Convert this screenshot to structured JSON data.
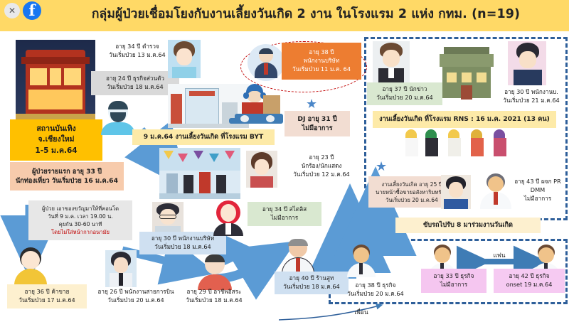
{
  "header": {
    "title": "กลุ่มผู้ป่วยเชื่อมโยงกับงานเลี้ยงวันเกิด 2 งาน ในโรงแรม 2 แห่ง กทม. (n=19)",
    "close_label": "✕",
    "facebook_label": "f",
    "bg_color": "#ffd966"
  },
  "nodes": {
    "venue": {
      "l1": "สถานบันเทิง",
      "l2": "จ.เชียงใหม่",
      "l3": "1-5 ม.ค.64"
    },
    "index_case": {
      "l1": "ผู้ป่วยรายแรก อายุ 33 ปี",
      "l2": "นักท่องเที่ยว วันเริ่มป่วย 16 ม.ค.64"
    },
    "police34": {
      "l1": "อายุ 34 ปี ตำรวจ",
      "l2": "วันเริ่มป่วย 13 ม.ค.64"
    },
    "biz24": {
      "l1": "อายุ 24 ปี ธุรกิจส่วนตัว",
      "l2": "วันเริ่มป่วย 18 ม.ค.64"
    },
    "emp38": {
      "l1": "อายุ 38 ปี",
      "l2": "พนักงานบริษัท",
      "l3": "วันเริ่มป่วย 11 ม.ค. 64"
    },
    "dj31": {
      "l1": "DJ อายุ 31 ปี",
      "l2": "ไม่มีอาการ"
    },
    "party_byt": {
      "l1": "9 ม.ค.64 งานเลี้ยงวันเกิด ที่โรงแรม BYT"
    },
    "singer23": {
      "l1": "อายุ 23 ปี",
      "l2": "นักร้อง/นักแสดง",
      "l3": "วันเริ่มป่วย 12 ม.ค.64"
    },
    "condo_note": {
      "l1": "ผู้ป่วย เอาของขวัญมาให้ที่คอนโด",
      "l2": "วันที่ 9 ม.ค. เวลา 19.00 น.",
      "l3": "คุยกัน 30-60 นาที",
      "l4": "โดยไม่ใส่หน้ากากอนามัย"
    },
    "sales36": {
      "l1": "อายุ 36 ปี ค้าขาย",
      "l2": "วันเริ่มป่วย 17 ม.ค.64"
    },
    "airline26": {
      "l1": "อายุ 26 ปี พนักงานสายการบิน",
      "l2": "วันเริ่มป่วย 20 ม.ค.64"
    },
    "free29": {
      "l1": "อายุ 29 ปี อาชีพอิสระ",
      "l2": "วันเริ่มป่วย 18 ม.ค.64"
    },
    "emp30": {
      "l1": "อายุ 30 ปี พนักงานบริษัท",
      "l2": "วันเริ่มป่วย 18 ม.ค.64"
    },
    "stylist34": {
      "l1": "อายุ 34 ปี สไตลิส",
      "l2": "ไม่มีอาการ"
    },
    "suit40": {
      "l1": "อายุ 40 ปี ร้านสูท",
      "l2": "วันเริ่มป่วย 18 ม.ค.64"
    },
    "biz38": {
      "l1": "อายุ 38 ปี ธุรกิจ",
      "l2": "วันเริ่มป่วย 20 ม.ค.64"
    },
    "biz33": {
      "l1": "อายุ 33 ปี ธุรกิจ",
      "l2": "ไม่มีอาการ"
    },
    "biz42": {
      "l1": "อายุ 42 ปี ธุรกิจ",
      "l2": "onset 19 ม.ค.64"
    },
    "reporter37": {
      "l1": "อายุ 37 ปี นักข่าว",
      "l2": "วันเริ่มป่วย 20 ม.ค.64"
    },
    "emp30b": {
      "l1": "อายุ 30 ปี พนักงานบ.",
      "l2": "วันเริ่มป่วย 21 ม.ค.64"
    },
    "party_rns": {
      "l1": "งานเลี้ยงวันเกิด ที่โรงแรม RNS  : 16 ม.ค. 2021 (13 คน)"
    },
    "broker25": {
      "l1": "งานเลี้ยงวันเกิด อายุ 25 ปี",
      "l2": "นายหน้าซื้อขายอสังหาริมทรัพย์",
      "l3": "วันเริ่มป่วย 20 ม.ค.64"
    },
    "pr43": {
      "l1": "อายุ 43 ปี ผจก PR",
      "l2": "DMM",
      "l3": "ไม่มีอาการ"
    },
    "drive_note": {
      "l1": "ขับรถไปรับ 8 มาร่วมงานวันเกิด"
    }
  },
  "edge_labels": {
    "partner": "แฟน",
    "friend": "เพื่อน"
  },
  "colors": {
    "header": "#ffd966",
    "arrow_blue": "#5b9bd5",
    "dashed_blue": "#2e5f9a",
    "highlight_orange": "#ed7d31",
    "alert_red": "#c00000"
  }
}
